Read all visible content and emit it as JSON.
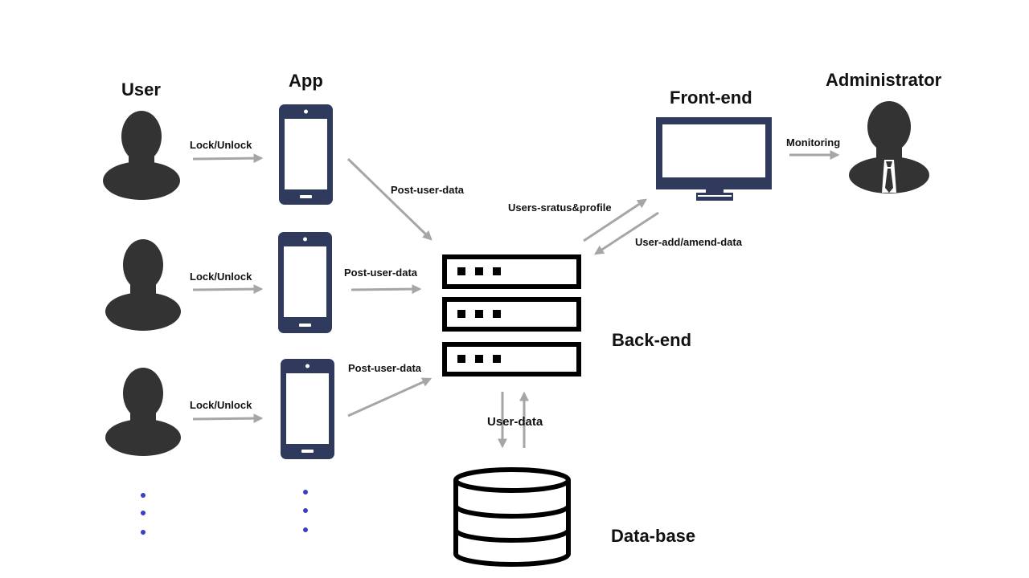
{
  "titles": {
    "user": "User",
    "app": "App",
    "frontend": "Front-end",
    "administrator": "Administrator",
    "backend": "Back-end",
    "database": "Data-base"
  },
  "edges": {
    "lock1": "Lock/Unlock",
    "lock2": "Lock/Unlock",
    "lock3": "Lock/Unlock",
    "post1": "Post-user-data",
    "post2": "Post-user-data",
    "post3": "Post-user-data",
    "status": "Users-sratus&profile",
    "amend": "User-add/amend-data",
    "monitoring": "Monitoring",
    "userdata": "User-data"
  },
  "colors": {
    "silhouette": "#333333",
    "device": "#2f3a5c",
    "arrow": "#a6a6a6",
    "server": "#000000",
    "dots": "#3b3fc8"
  },
  "icons": [
    "user-icon",
    "phone-icon",
    "monitor-icon",
    "administrator-icon",
    "server-icon",
    "database-icon"
  ]
}
